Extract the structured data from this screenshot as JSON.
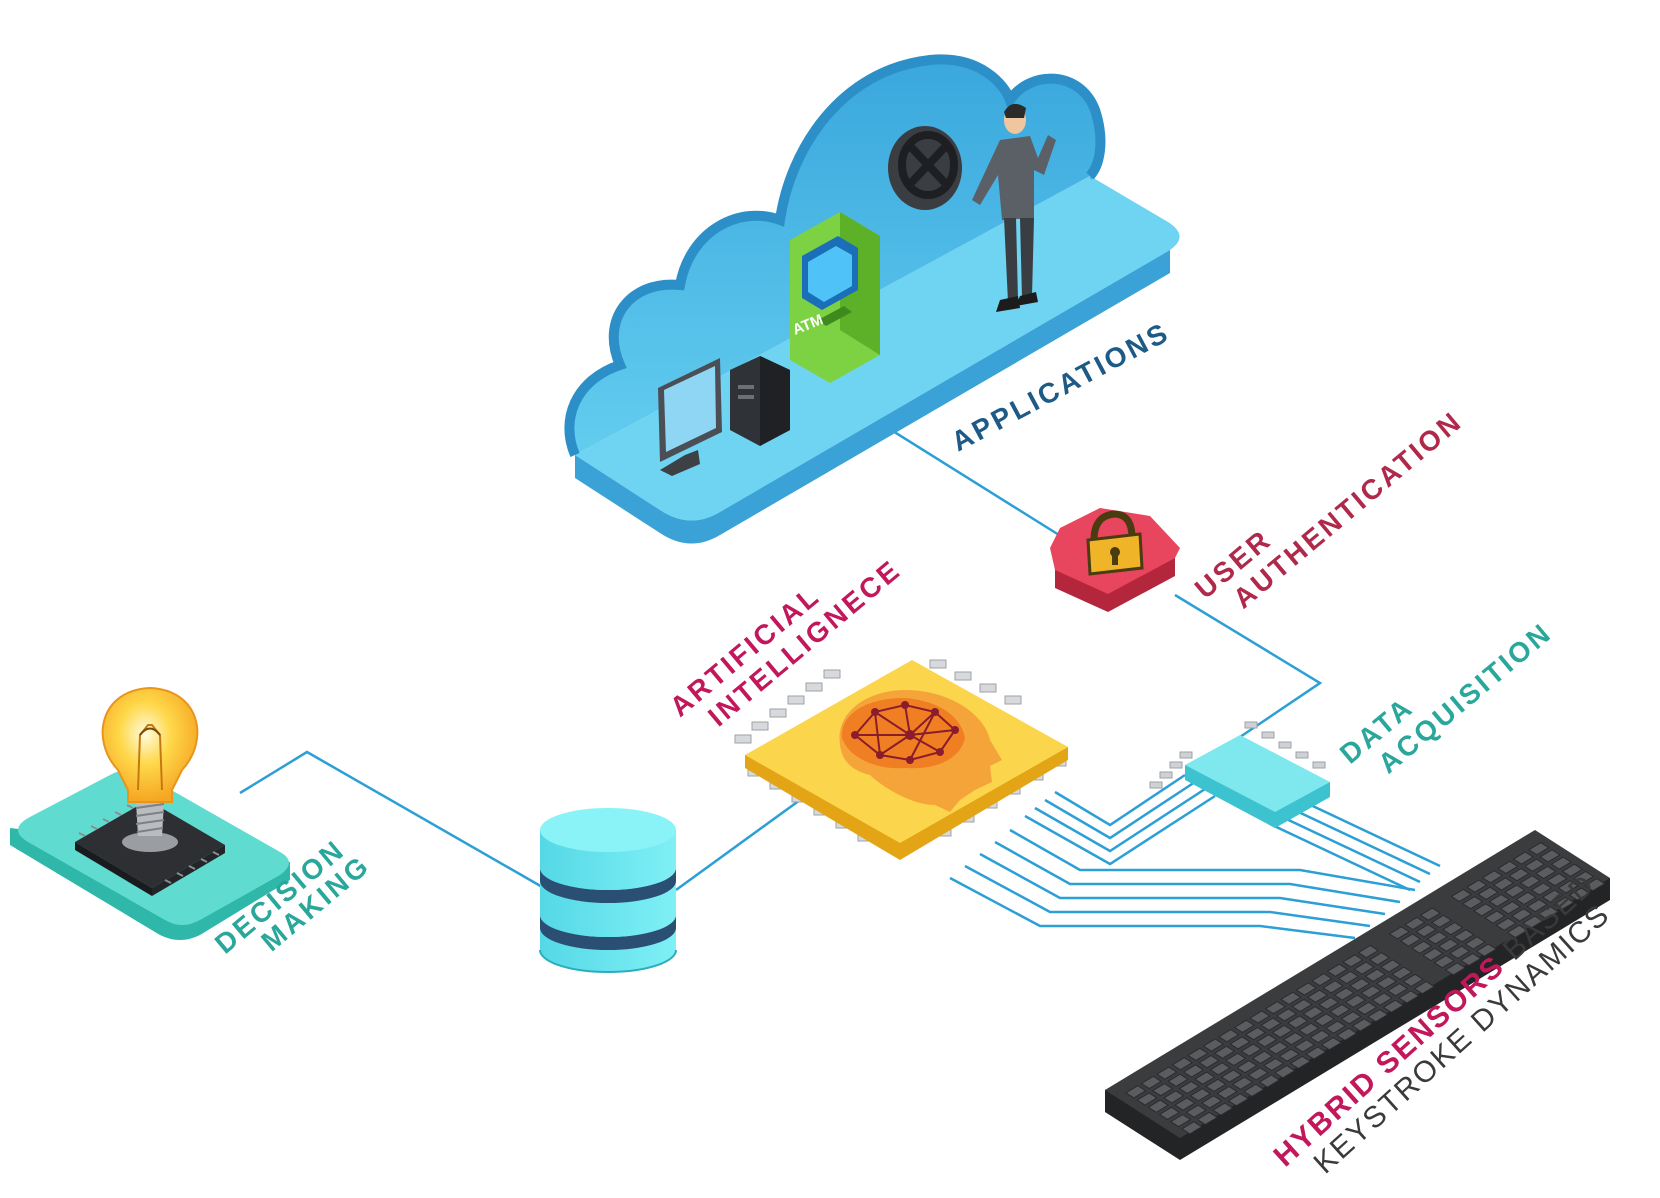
{
  "colors": {
    "teal": "#2aa79b",
    "dark_blue": "#1d5a86",
    "crimson": "#b0284a",
    "magenta": "#c2185b",
    "line_blue": "#2b9fd6",
    "cloud": "#5cc8ee",
    "keyboard": "#3b3b3b"
  },
  "nodes": {
    "applications": {
      "label": "APPLICATIONS",
      "icon": "cloud-icon"
    },
    "atm": {
      "label": "ATM",
      "icon": "atm-icon"
    },
    "user_authentication": {
      "line1": "USER",
      "line2": "AUTHENTICATION",
      "icon": "padlock-icon"
    },
    "artificial_intelligence": {
      "line1": "ARTIFICIAL",
      "line2": "INTELLIGNECE",
      "icon": "ai-chip-icon"
    },
    "data_acquisition": {
      "line1": "DATA",
      "line2": "ACQUISITION",
      "icon": "connector-icon"
    },
    "decision_making": {
      "line1": "DECISION",
      "line2": "MAKING",
      "icon": "lightbulb-chip-icon"
    },
    "database": {
      "icon": "database-icon"
    },
    "keystroke": {
      "line1_highlight": "HYBRID SENSORS",
      "line1_rest": " BASED",
      "line2": "KEYSTROKE DYNAMICS",
      "icon": "keyboard-icon"
    }
  }
}
